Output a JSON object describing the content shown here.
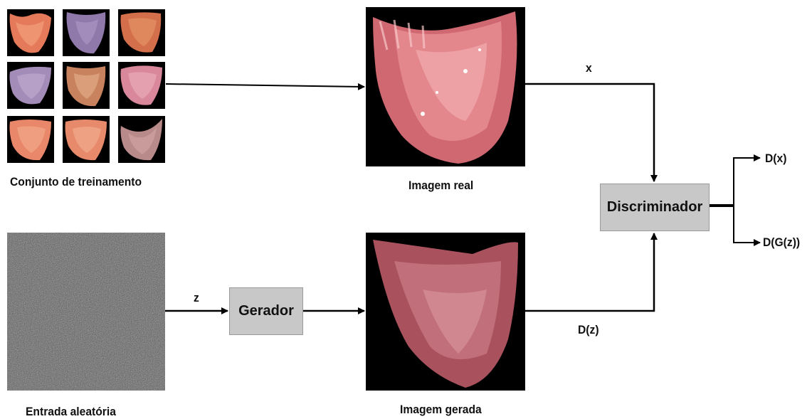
{
  "labels": {
    "training_set": "Conjunto de treinamento",
    "real_image": "Imagem real",
    "random_input": "Entrada aleatória",
    "generated_image": "Imagem gerada",
    "x": "x",
    "z": "z",
    "d_z": "D(z)",
    "d_x": "D(x)",
    "d_g_z": "D(G(z))"
  },
  "boxes": {
    "generator": "Gerador",
    "discriminator": "Discriminador"
  },
  "colors": {
    "box_fill": "#c8c8c8",
    "arrow": "#000000",
    "tissue_pink": "#e48a8a",
    "tissue_purple": "#9a85b5",
    "noise_gray": "#555555"
  }
}
